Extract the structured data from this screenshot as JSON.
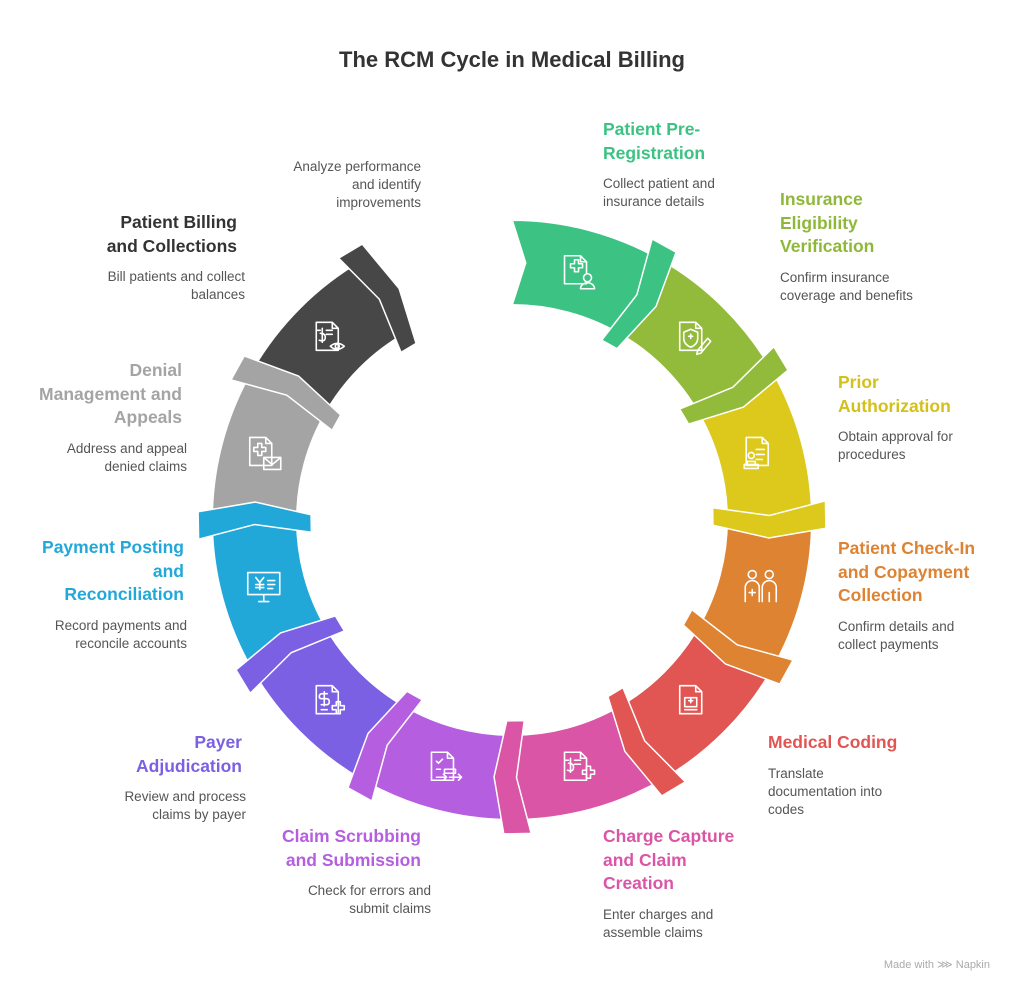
{
  "title": "The RCM Cycle in Medical Billing",
  "credit": "Made with ⋙ Napkin",
  "steps": [
    {
      "heading": "Patient Pre-\nRegistration",
      "desc": "Collect patient and\ninsurance details",
      "color": "#3cc283",
      "text_color": "#3cc283",
      "icon": "document-plus-user-icon"
    },
    {
      "heading": "Insurance\nEligibility\nVerification",
      "desc": "Confirm insurance\ncoverage and benefits",
      "color": "#93bb3b",
      "text_color": "#8fb83a",
      "icon": "shield-document-pen-icon"
    },
    {
      "heading": "Prior\nAuthorization",
      "desc": "Obtain approval for\nprocedures",
      "color": "#dcc91c",
      "text_color": "#d4c01a",
      "icon": "stamp-document-icon"
    },
    {
      "heading": "Patient Check-In\nand Copayment\nCollection",
      "desc": "Confirm details and\ncollect payments",
      "color": "#dd8332",
      "text_color": "#dd8332",
      "icon": "doctor-patient-icon"
    },
    {
      "heading": "Medical Coding",
      "desc": "Translate\ndocumentation into\ncodes",
      "color": "#e15552",
      "text_color": "#e15552",
      "icon": "medical-document-icon"
    },
    {
      "heading": "Charge Capture\nand Claim\nCreation",
      "desc": "Enter charges and\nassemble claims",
      "color": "#db55a6",
      "text_color": "#db55a6",
      "icon": "receipt-dollar-plus-icon"
    },
    {
      "heading": "Claim Scrubbing\nand Submission",
      "desc": "Check for errors and\nsubmit claims",
      "color": "#b65ee0",
      "text_color": "#b65ee0",
      "icon": "checklist-submit-icon"
    },
    {
      "heading": "Payer\nAdjudication",
      "desc": "Review and process\nclaims by payer",
      "color": "#7b60e4",
      "text_color": "#7b60e4",
      "icon": "dollar-document-plus-icon"
    },
    {
      "heading": "Payment Posting\nand\nReconciliation",
      "desc": "Record payments and\nreconcile accounts",
      "color": "#22a8d8",
      "text_color": "#22a8d8",
      "icon": "monitor-yen-icon"
    },
    {
      "heading": "Denial\nManagement and\nAppeals",
      "desc": "Address and appeal\ndenied claims",
      "color": "#a4a4a4",
      "text_color": "#a4a4a4",
      "icon": "document-plus-mail-icon"
    },
    {
      "heading": "Patient Billing\nand Collections",
      "desc": "Bill patients and collect\nbalances",
      "color": "#474747",
      "text_color": "#333333",
      "icon": "receipt-eye-icon"
    }
  ],
  "analysis": {
    "desc": "Analyze performance\nand identify\nimprovements"
  }
}
